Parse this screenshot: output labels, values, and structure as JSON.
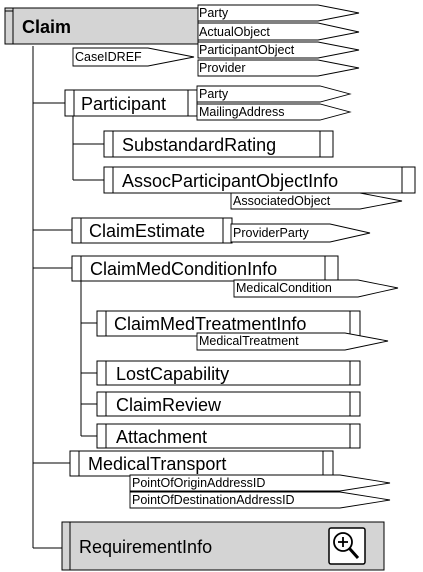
{
  "diagram": {
    "root": {
      "label": "Claim",
      "attributes": [
        "Party",
        "ActualObject",
        "ParticipantObject",
        "Provider"
      ],
      "ref": "CaseIDREF"
    },
    "participant": {
      "label": "Participant",
      "attributes": [
        "Party",
        "MailingAddress"
      ]
    },
    "substandard_rating": {
      "label": "SubstandardRating"
    },
    "assoc_participant_object_info": {
      "label": "AssocParticipantObjectInfo",
      "attributes": [
        "AssociatedObject"
      ]
    },
    "claim_estimate": {
      "label": "ClaimEstimate",
      "attributes": [
        "ProviderParty"
      ]
    },
    "claim_med_condition_info": {
      "label": "ClaimMedConditionInfo",
      "attributes": [
        "MedicalCondition"
      ]
    },
    "claim_med_treatment_info": {
      "label": "ClaimMedTreatmentInfo",
      "attributes": [
        "MedicalTreatment"
      ]
    },
    "lost_capability": {
      "label": "LostCapability"
    },
    "claim_review": {
      "label": "ClaimReview"
    },
    "attachment": {
      "label": "Attachment"
    },
    "medical_transport": {
      "label": "MedicalTransport",
      "attributes": [
        "PointOfOriginAddressID",
        "PointOfDestinationAddressID"
      ]
    },
    "requirement_info": {
      "label": "RequirementInfo",
      "icon": "zoom-in-icon"
    }
  }
}
